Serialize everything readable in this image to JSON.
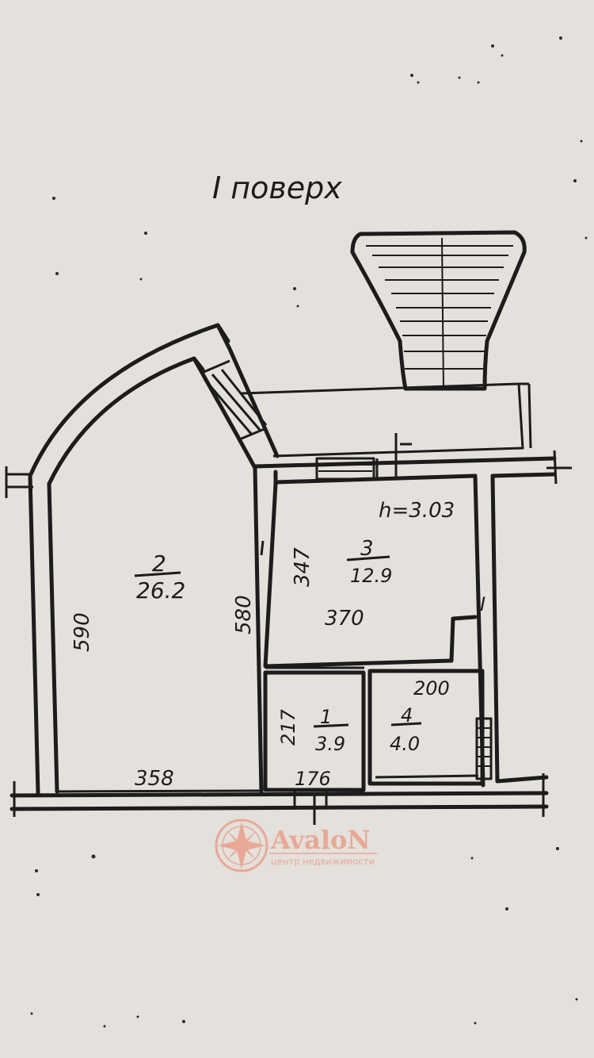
{
  "title": "I поверх",
  "height_label": "h=3.03",
  "rooms": [
    {
      "number": "2",
      "area": "26.2",
      "dims": [
        "590",
        "580",
        "358"
      ]
    },
    {
      "number": "3",
      "area": "12.9",
      "dims": [
        "347",
        "370"
      ]
    },
    {
      "number": "1",
      "area": "3.9",
      "dims": [
        "217",
        "176"
      ]
    },
    {
      "number": "4",
      "area": "4.0",
      "dims": [
        "200"
      ]
    }
  ],
  "mark_i": "I",
  "watermark": {
    "brand": "AvaloN",
    "tagline": "центр недвижимости",
    "color": "#e8a08a"
  },
  "colors": {
    "paper": "#e4e0dc",
    "ink": "#1c1c1c"
  }
}
